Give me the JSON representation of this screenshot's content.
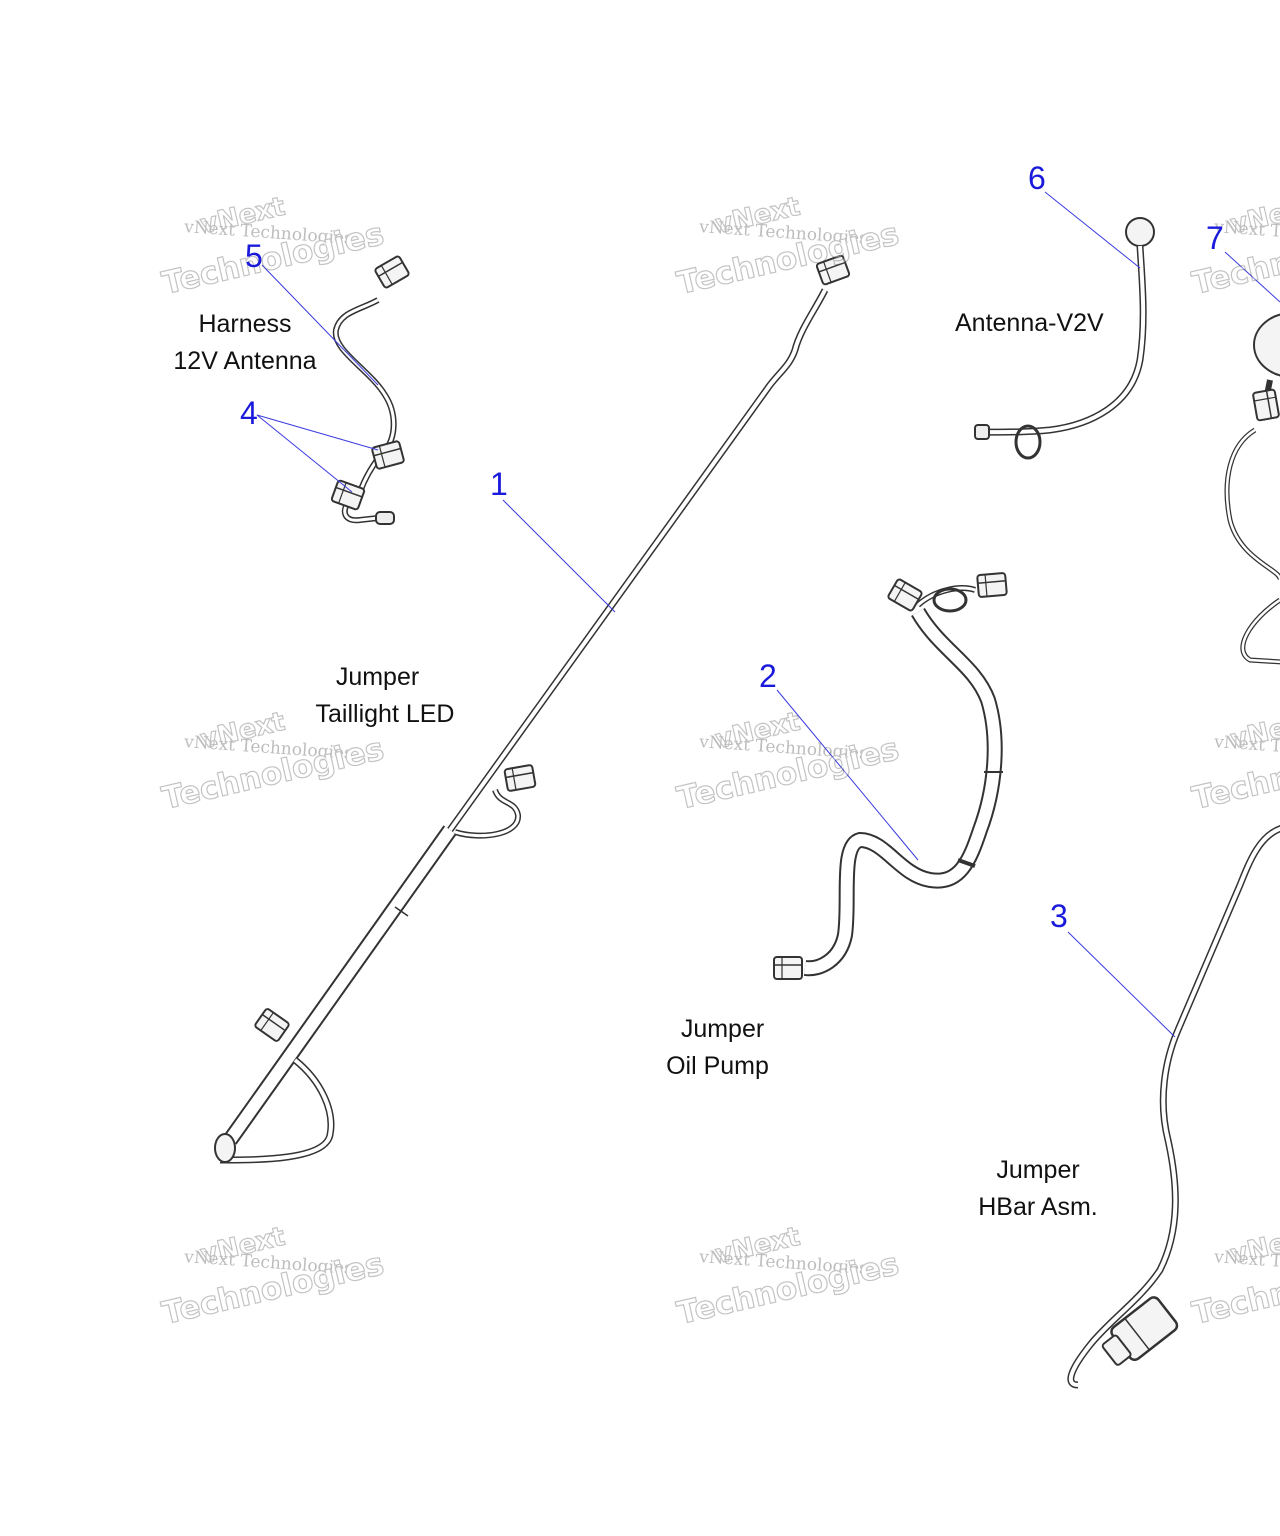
{
  "callouts": {
    "c1": "1",
    "c2": "2",
    "c3": "3",
    "c4": "4",
    "c5": "5",
    "c6": "6",
    "c7": "7"
  },
  "labels": {
    "harness_line1": "Harness",
    "harness_line2": "12V Antenna",
    "taillight_line1": "Jumper",
    "taillight_line2": "Taillight LED",
    "antenna_v2v": "Antenna-V2V",
    "oilpump_line1": "Jumper",
    "oilpump_line2": "Oil Pump",
    "hbar_line1": "Jumper",
    "hbar_line2": "HBar Asm."
  },
  "watermark": {
    "line0": "vNext",
    "line1": "vNext Technologies",
    "line2": "Technologies"
  },
  "colors": {
    "callout": "#1a1adc",
    "leader": "#3a3ae0",
    "wire": "#333333"
  }
}
